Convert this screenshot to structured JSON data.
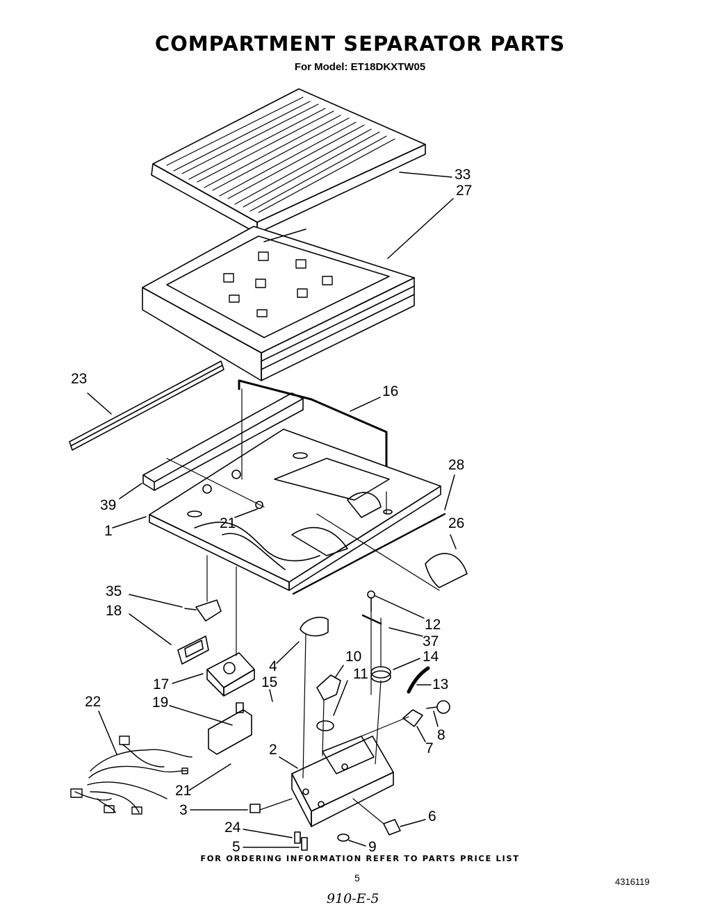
{
  "header": {
    "title": "COMPARTMENT SEPARATOR PARTS",
    "subtitle": "For Model: ET18DKXTW05"
  },
  "footer": {
    "ordering_note": "FOR ORDERING INFORMATION REFER TO PARTS PRICE LIST",
    "page_number": "5",
    "document_number": "4316119",
    "handwritten_note": "910-E-5"
  },
  "callouts": [
    {
      "id": "33",
      "label": "33"
    },
    {
      "id": "27",
      "label": "27"
    },
    {
      "id": "23",
      "label": "23"
    },
    {
      "id": "16",
      "label": "16"
    },
    {
      "id": "28",
      "label": "28"
    },
    {
      "id": "39",
      "label": "39"
    },
    {
      "id": "26",
      "label": "26"
    },
    {
      "id": "1",
      "label": "1"
    },
    {
      "id": "21a",
      "label": "21"
    },
    {
      "id": "35",
      "label": "35"
    },
    {
      "id": "18",
      "label": "18"
    },
    {
      "id": "12",
      "label": "12"
    },
    {
      "id": "37",
      "label": "37"
    },
    {
      "id": "4",
      "label": "4"
    },
    {
      "id": "10",
      "label": "10"
    },
    {
      "id": "14",
      "label": "14"
    },
    {
      "id": "17",
      "label": "17"
    },
    {
      "id": "15",
      "label": "15"
    },
    {
      "id": "11",
      "label": "11"
    },
    {
      "id": "13",
      "label": "13"
    },
    {
      "id": "22",
      "label": "22"
    },
    {
      "id": "19",
      "label": "19"
    },
    {
      "id": "8",
      "label": "8"
    },
    {
      "id": "7",
      "label": "7"
    },
    {
      "id": "2",
      "label": "2"
    },
    {
      "id": "21b",
      "label": "21"
    },
    {
      "id": "3",
      "label": "3"
    },
    {
      "id": "6",
      "label": "6"
    },
    {
      "id": "24",
      "label": "24"
    },
    {
      "id": "5",
      "label": "5"
    },
    {
      "id": "9",
      "label": "9"
    }
  ]
}
